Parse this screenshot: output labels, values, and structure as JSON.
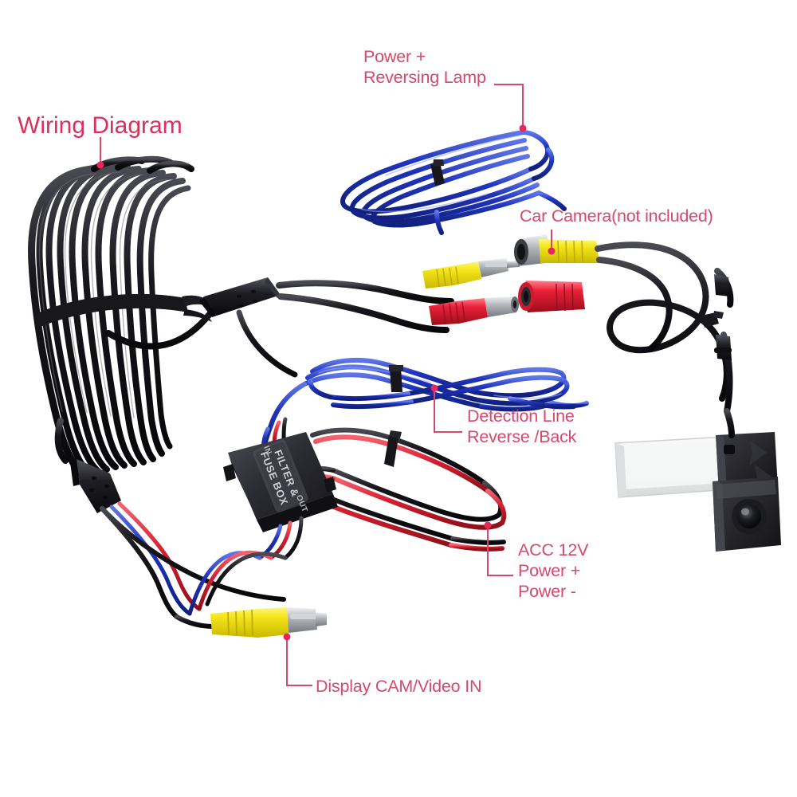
{
  "diagram": {
    "title": "Wiring Diagram",
    "accent_color": "#d9305f",
    "label_color": "#d4496c",
    "background_color": "#ffffff",
    "labels": [
      {
        "id": "power-reversing-lamp",
        "lines": [
          "Power +",
          "Reversing Lamp"
        ],
        "text": "Power +\nReversing Lamp"
      },
      {
        "id": "car-camera",
        "lines": [
          "Car Camera(not included)"
        ],
        "text": "Car Camera(not included)"
      },
      {
        "id": "detection-line",
        "lines": [
          "Detection Line",
          "Reverse /Back"
        ],
        "text": "Detection Line\nReverse /Back"
      },
      {
        "id": "acc-12v",
        "lines": [
          "ACC 12V",
          "Power +",
          "Power -"
        ],
        "text": "ACC 12V\nPower +\nPower -"
      },
      {
        "id": "display-cam-video-in",
        "lines": [
          "Display CAM/Video IN"
        ],
        "text": "Display CAM/Video IN"
      }
    ],
    "components": {
      "filter_box": {
        "label_line_1": "FILTER &",
        "label_line_2": "FUSE BOX",
        "port_in": "IN",
        "port_out": "OUT",
        "body_color": "#2b2b31"
      },
      "connectors": {
        "rca_video_color": "#f5e318",
        "dc_power_color": "#e8243c",
        "shell_color": "#1b1b20",
        "metal_color": "#b9bcc0"
      },
      "wires": {
        "video_cable_color": "#151519",
        "reversing_lamp_color": "#1b35c4",
        "detection_line_color": "#1b35c4",
        "power_positive_color": "#d62332",
        "power_negative_color": "#141418"
      },
      "camera": {
        "bracket_color": "#e8e9ea",
        "body_color": "#26262b",
        "lens_color": "#0b0b10"
      }
    }
  }
}
